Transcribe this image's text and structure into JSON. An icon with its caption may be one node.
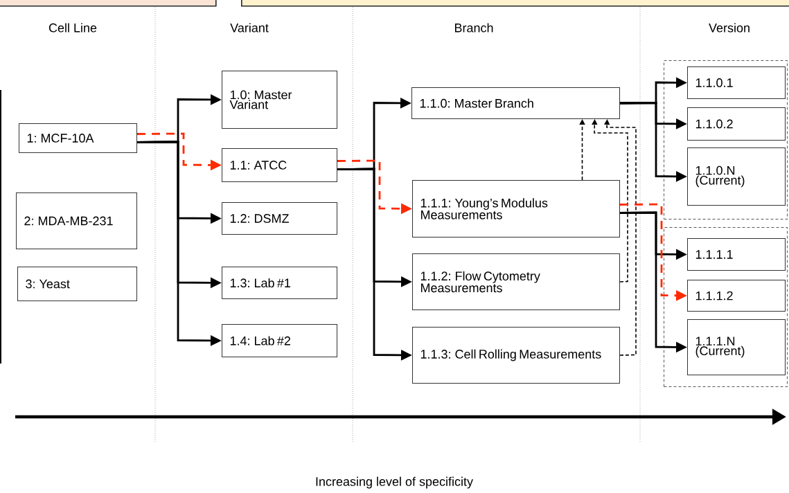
{
  "diagram": {
    "nodes": [
      {
        "text": [],
        "shape": "box"
      },
      {
        "text": [],
        "shape": "box"
      },
      {
        "text": [
          "1: MCF-10A"
        ]
      },
      {
        "text": [
          "2: MDA-MB-231"
        ]
      },
      {
        "text": [
          "3: Yeast"
        ]
      },
      {
        "text": [
          "1.0: Master Variant"
        ]
      },
      {
        "text": [
          "1.1: ATCC"
        ]
      },
      {
        "text": [
          "1.2: DSMZ"
        ]
      },
      {
        "text": [
          "1.3: Lab #1"
        ]
      },
      {
        "text": [
          "1.4: Lab #2"
        ]
      },
      {
        "text": [
          "1.1.0: Master Branch"
        ]
      },
      {
        "text": [
          "1.1.1: Young’s Modulus Measurements"
        ]
      },
      {
        "text": [
          "1.1.2: Flow Cytometry Measurements"
        ]
      },
      {
        "text": [
          "1.1.3: Cell Rolling Measurements"
        ]
      },
      {
        "text": [],
        "shape": "box"
      },
      {
        "text": [
          "1.1.0.1"
        ],
        "in": 14
      },
      {
        "text": [
          "1.1.0.2"
        ],
        "in": 14
      },
      {
        "text": [
          "1.1.0.N (Current)"
        ],
        "in": 14
      },
      {
        "text": [],
        "shape": "box"
      },
      {
        "text": [
          "1.1.1.1"
        ],
        "in": 18
      },
      {
        "text": [
          "1.1.1.2"
        ],
        "in": 18
      },
      {
        "text": [
          "1.1.1.N (Current)"
        ],
        "in": 18
      }
    ],
    "edges": [
      {
        "from": 2,
        "to": 6,
        "arrow": "to",
        "style": "dashed",
        "color": "#ff2a00"
      },
      {
        "from": 2,
        "to": 5,
        "arrow": "to"
      },
      {
        "from": 2,
        "to": 7,
        "arrow": "to"
      },
      {
        "from": 2,
        "to": 8,
        "arrow": "to"
      },
      {
        "from": 2,
        "to": 9,
        "arrow": "to"
      },
      {
        "from": 6,
        "to": 10,
        "arrow": "to"
      },
      {
        "from": 6,
        "to": 11,
        "arrow": "to",
        "style": "dashed",
        "color": "#ff2a00"
      },
      {
        "from": 6,
        "to": 12,
        "arrow": "to"
      },
      {
        "from": 6,
        "to": 13,
        "arrow": "to"
      },
      {
        "from": 11,
        "to": 10,
        "arrow": "to",
        "style": "dashed"
      },
      {
        "from": 12,
        "to": 10,
        "arrow": "to",
        "style": "dashed"
      },
      {
        "from": 13,
        "to": 10,
        "arrow": "to",
        "style": "dashed"
      },
      {
        "from": 10,
        "to": 15,
        "arrow": "to"
      },
      {
        "from": 10,
        "to": 16,
        "arrow": "to"
      },
      {
        "from": 10,
        "to": 17,
        "arrow": "to"
      },
      {
        "from": 11,
        "to": 19,
        "arrow": "to"
      },
      {
        "from": 11,
        "to": 20,
        "arrow": "to",
        "style": "dashed",
        "color": "#ff2a00"
      },
      {
        "from": 11,
        "to": 21,
        "arrow": "to"
      }
    ],
    "labels": [
      "Cell Line",
      "Variant",
      "Branch",
      "Version",
      "Increasing level of specificity"
    ]
  }
}
